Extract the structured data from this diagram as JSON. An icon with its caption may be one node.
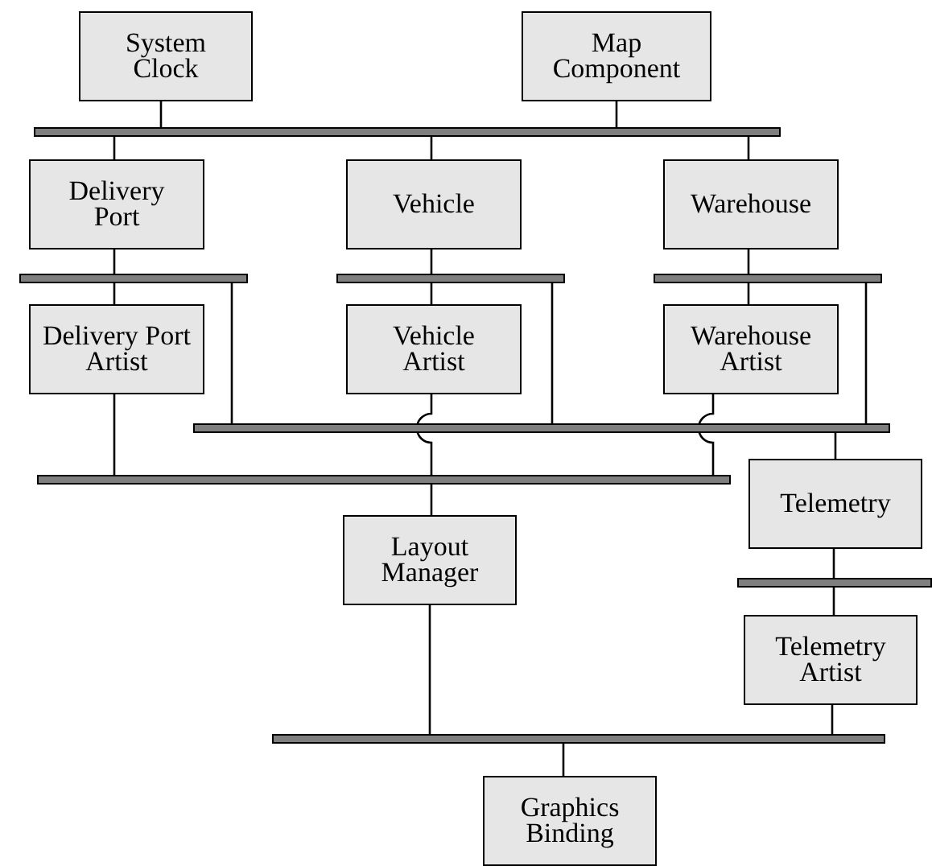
{
  "diagram": {
    "nodes": [
      {
        "text": [
          "System Clock"
        ]
      },
      {
        "text": [
          "Map Component"
        ]
      },
      {
        "text": [],
        "shape": "bar"
      },
      {
        "text": [
          "Delivery Port"
        ]
      },
      {
        "text": [
          "Vehicle"
        ]
      },
      {
        "text": [
          "Warehouse"
        ]
      },
      {
        "text": [],
        "shape": "bar"
      },
      {
        "text": [],
        "shape": "bar"
      },
      {
        "text": [],
        "shape": "bar"
      },
      {
        "text": [
          "Delivery Port Artist"
        ]
      },
      {
        "text": [
          "Vehicle Artist"
        ]
      },
      {
        "text": [
          "Warehouse Artist"
        ]
      },
      {
        "text": [],
        "shape": "bar"
      },
      {
        "text": [],
        "shape": "bar"
      },
      {
        "text": [
          "Telemetry"
        ]
      },
      {
        "text": [
          "Layout Manager"
        ]
      },
      {
        "text": [],
        "shape": "bar"
      },
      {
        "text": [
          "Telemetry Artist"
        ]
      },
      {
        "text": [],
        "shape": "bar"
      },
      {
        "text": [
          "Graphics Binding"
        ]
      }
    ],
    "edges": [
      {
        "from": 0,
        "to": 2,
        "arrow": "none"
      },
      {
        "from": 1,
        "to": 2,
        "arrow": "none"
      },
      {
        "from": 2,
        "to": 3,
        "arrow": "none"
      },
      {
        "from": 2,
        "to": 4,
        "arrow": "none"
      },
      {
        "from": 2,
        "to": 5,
        "arrow": "none"
      },
      {
        "from": 3,
        "to": 6,
        "arrow": "none"
      },
      {
        "from": 4,
        "to": 7,
        "arrow": "none"
      },
      {
        "from": 5,
        "to": 8,
        "arrow": "none"
      },
      {
        "from": 6,
        "to": 9,
        "arrow": "none"
      },
      {
        "from": 7,
        "to": 10,
        "arrow": "none"
      },
      {
        "from": 8,
        "to": 11,
        "arrow": "none"
      },
      {
        "from": 6,
        "to": 12,
        "arrow": "none"
      },
      {
        "from": 7,
        "to": 12,
        "arrow": "none"
      },
      {
        "from": 8,
        "to": 12,
        "arrow": "none"
      },
      {
        "from": 9,
        "to": 13,
        "arrow": "none"
      },
      {
        "from": 10,
        "to": 13,
        "arrow": "none"
      },
      {
        "from": 11,
        "to": 13,
        "arrow": "none"
      },
      {
        "from": 12,
        "to": 14,
        "arrow": "none"
      },
      {
        "from": 13,
        "to": 15,
        "arrow": "none"
      },
      {
        "from": 14,
        "to": 16,
        "arrow": "none"
      },
      {
        "from": 16,
        "to": 17,
        "arrow": "none"
      },
      {
        "from": 15,
        "to": 18,
        "arrow": "none"
      },
      {
        "from": 17,
        "to": 18,
        "arrow": "none"
      },
      {
        "from": 18,
        "to": 19,
        "arrow": "none"
      }
    ]
  }
}
